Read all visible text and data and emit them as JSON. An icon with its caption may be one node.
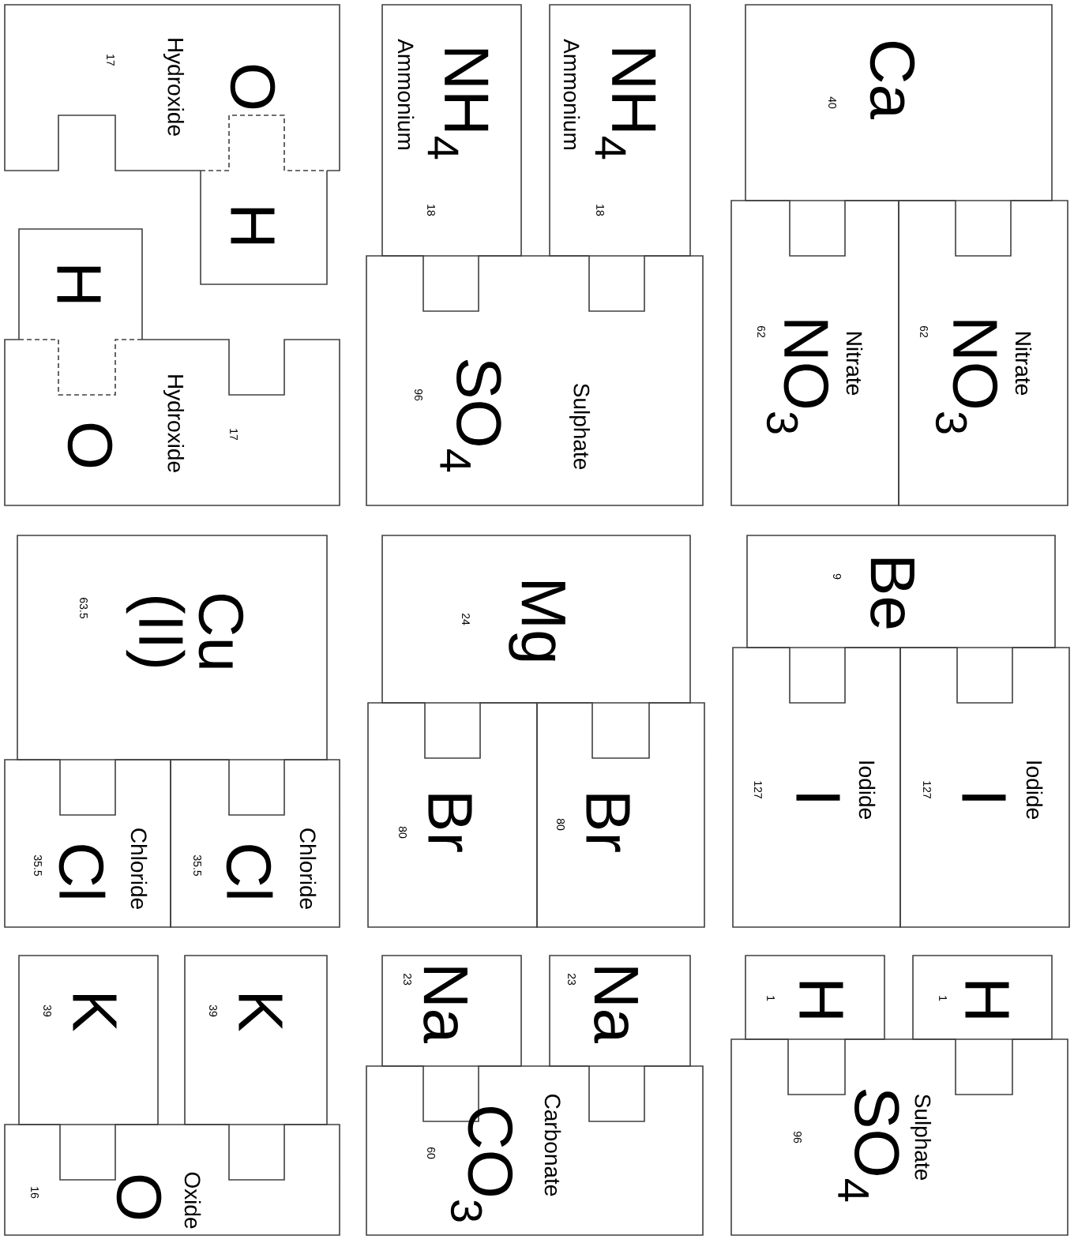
{
  "diagram": {
    "nodes": [
      {
        "text": [
          "O",
          "Hydroxide",
          "17"
        ]
      },
      {
        "text": [
          "H"
        ]
      },
      {
        "text": [
          "H"
        ]
      },
      {
        "text": [
          "O",
          "Hydroxide",
          "17"
        ]
      },
      {
        "text": [
          "NH$_{4}$",
          "Ammonium",
          "18"
        ]
      },
      {
        "text": [
          "NH$_{4}$",
          "Ammonium",
          "18"
        ]
      },
      {
        "text": [
          "SO$_{4}$",
          "Sulphate",
          "96"
        ]
      },
      {
        "text": [
          "Ca",
          "40"
        ]
      },
      {
        "text": [
          "NO$_{3}$",
          "Nitrate",
          "62"
        ]
      },
      {
        "text": [
          "NO$_{3}$",
          "Nitrate",
          "62"
        ]
      },
      {
        "text": [
          "Cu (II)",
          "63.5"
        ]
      },
      {
        "text": [
          "Cl",
          "Chloride",
          "35.5"
        ]
      },
      {
        "text": [
          "Cl",
          "Chloride",
          "35.5"
        ]
      },
      {
        "text": [
          "Mg",
          "24"
        ]
      },
      {
        "text": [
          "Br",
          "80"
        ]
      },
      {
        "text": [
          "Br",
          "80"
        ]
      },
      {
        "text": [
          "Be",
          "9"
        ]
      },
      {
        "text": [
          "I",
          "Iodide",
          "127"
        ]
      },
      {
        "text": [
          "I",
          "Iodide",
          "127"
        ]
      },
      {
        "text": [
          "K",
          "39"
        ]
      },
      {
        "text": [
          "K",
          "39"
        ]
      },
      {
        "text": [
          "O",
          "Oxide",
          "16"
        ]
      },
      {
        "text": [
          "Na",
          "23"
        ]
      },
      {
        "text": [
          "Na",
          "23"
        ]
      },
      {
        "text": [
          "CO$_{3}$",
          "Carbonate",
          "60"
        ]
      },
      {
        "text": [
          "H",
          "1"
        ]
      },
      {
        "text": [
          "H",
          "1"
        ]
      },
      {
        "text": [
          "SO$_{4}$",
          "Sulphate",
          "96"
        ]
      }
    ]
  }
}
